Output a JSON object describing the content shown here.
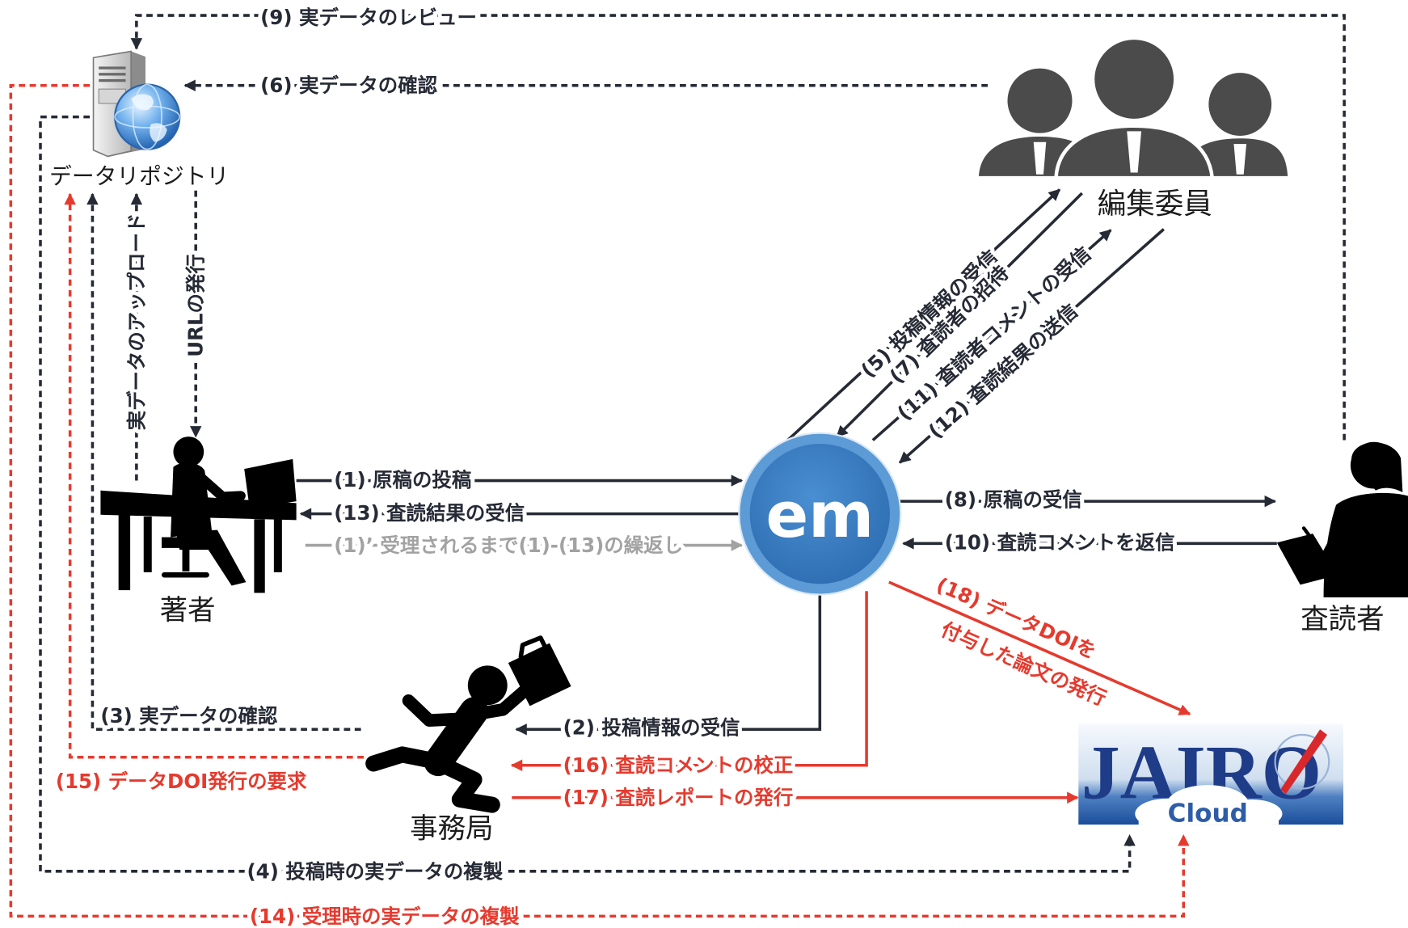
{
  "nodes": {
    "repository": {
      "label": "データリポジトリ",
      "icon": "server-globe-icon"
    },
    "editors": {
      "label": "編集委員",
      "icon": "people-group-icon"
    },
    "author": {
      "label": "著者",
      "icon": "person-at-desk-icon"
    },
    "em": {
      "label": "em"
    },
    "reviewer": {
      "label": "査読者",
      "icon": "person-clipboard-icon"
    },
    "office": {
      "label": "事務局",
      "icon": "running-person-briefcase-icon"
    },
    "jairo": {
      "logo_text": "JAIRO",
      "logo_subtext": "Cloud"
    }
  },
  "edges": [
    {
      "label": "(1) 原稿の投稿"
    },
    {
      "label": "(1)’ 受理されるまで(1)-(13)の繰返し"
    },
    {
      "label": "(2) 投稿情報の受信"
    },
    {
      "label": "(3) 実データの確認"
    },
    {
      "label": "(4) 投稿時の実データの複製"
    },
    {
      "label": "(5) 投稿情報の受信"
    },
    {
      "label": "(6) 実データの確認"
    },
    {
      "label": "(7) 査読者の招待"
    },
    {
      "label": "(8) 原稿の受信"
    },
    {
      "label": "(9) 実データのレビュー"
    },
    {
      "label": "(10) 査読コメントを返信"
    },
    {
      "label": "(11) 査読者コメントの受信"
    },
    {
      "label": "(12) 査読結果の送信"
    },
    {
      "label": "(13) 査読結果の受信"
    },
    {
      "label": "(14) 受理時の実データの複製"
    },
    {
      "label": "(15) データDOI発行の要求"
    },
    {
      "label": "(16) 査読コメントの校正"
    },
    {
      "label": "(17) 査読レポートの発行"
    },
    {
      "label_lines": [
        "(18) データDOIを",
        "付与した論文の発行"
      ]
    },
    {
      "label": "実データのアップロード"
    },
    {
      "label": "URLの発行"
    }
  ],
  "colors": {
    "dark": "#252a35",
    "red": "#e53a2e",
    "gray": "#a2a2a2",
    "em-blue": "#2d6cb0",
    "em-ring": "#5d9bd6",
    "editors": "#4b4b4b",
    "jairo": "#1f3c88",
    "silhouette": "#000000"
  }
}
